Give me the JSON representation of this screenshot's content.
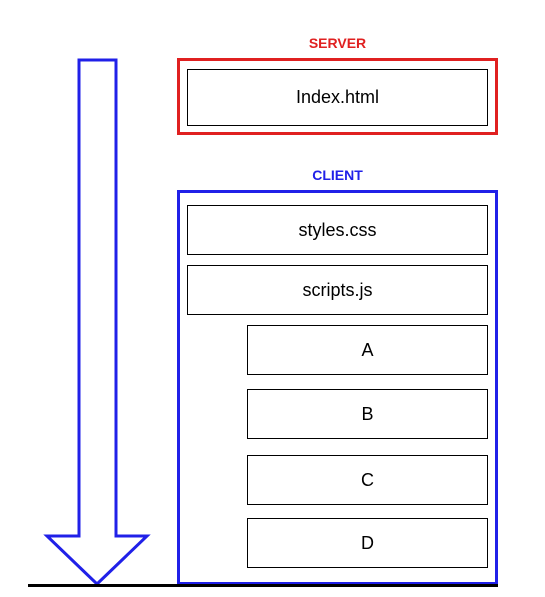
{
  "colors": {
    "server": "#e02020",
    "client": "#2020e8",
    "arrow": "#2020e8",
    "text": "#000000"
  },
  "server": {
    "title": "SERVER",
    "items": [
      "Index.html"
    ]
  },
  "client": {
    "title": "CLIENT",
    "items": [
      "styles.css",
      "scripts.js"
    ],
    "sub_items": [
      "A",
      "B",
      "C",
      "D"
    ]
  }
}
